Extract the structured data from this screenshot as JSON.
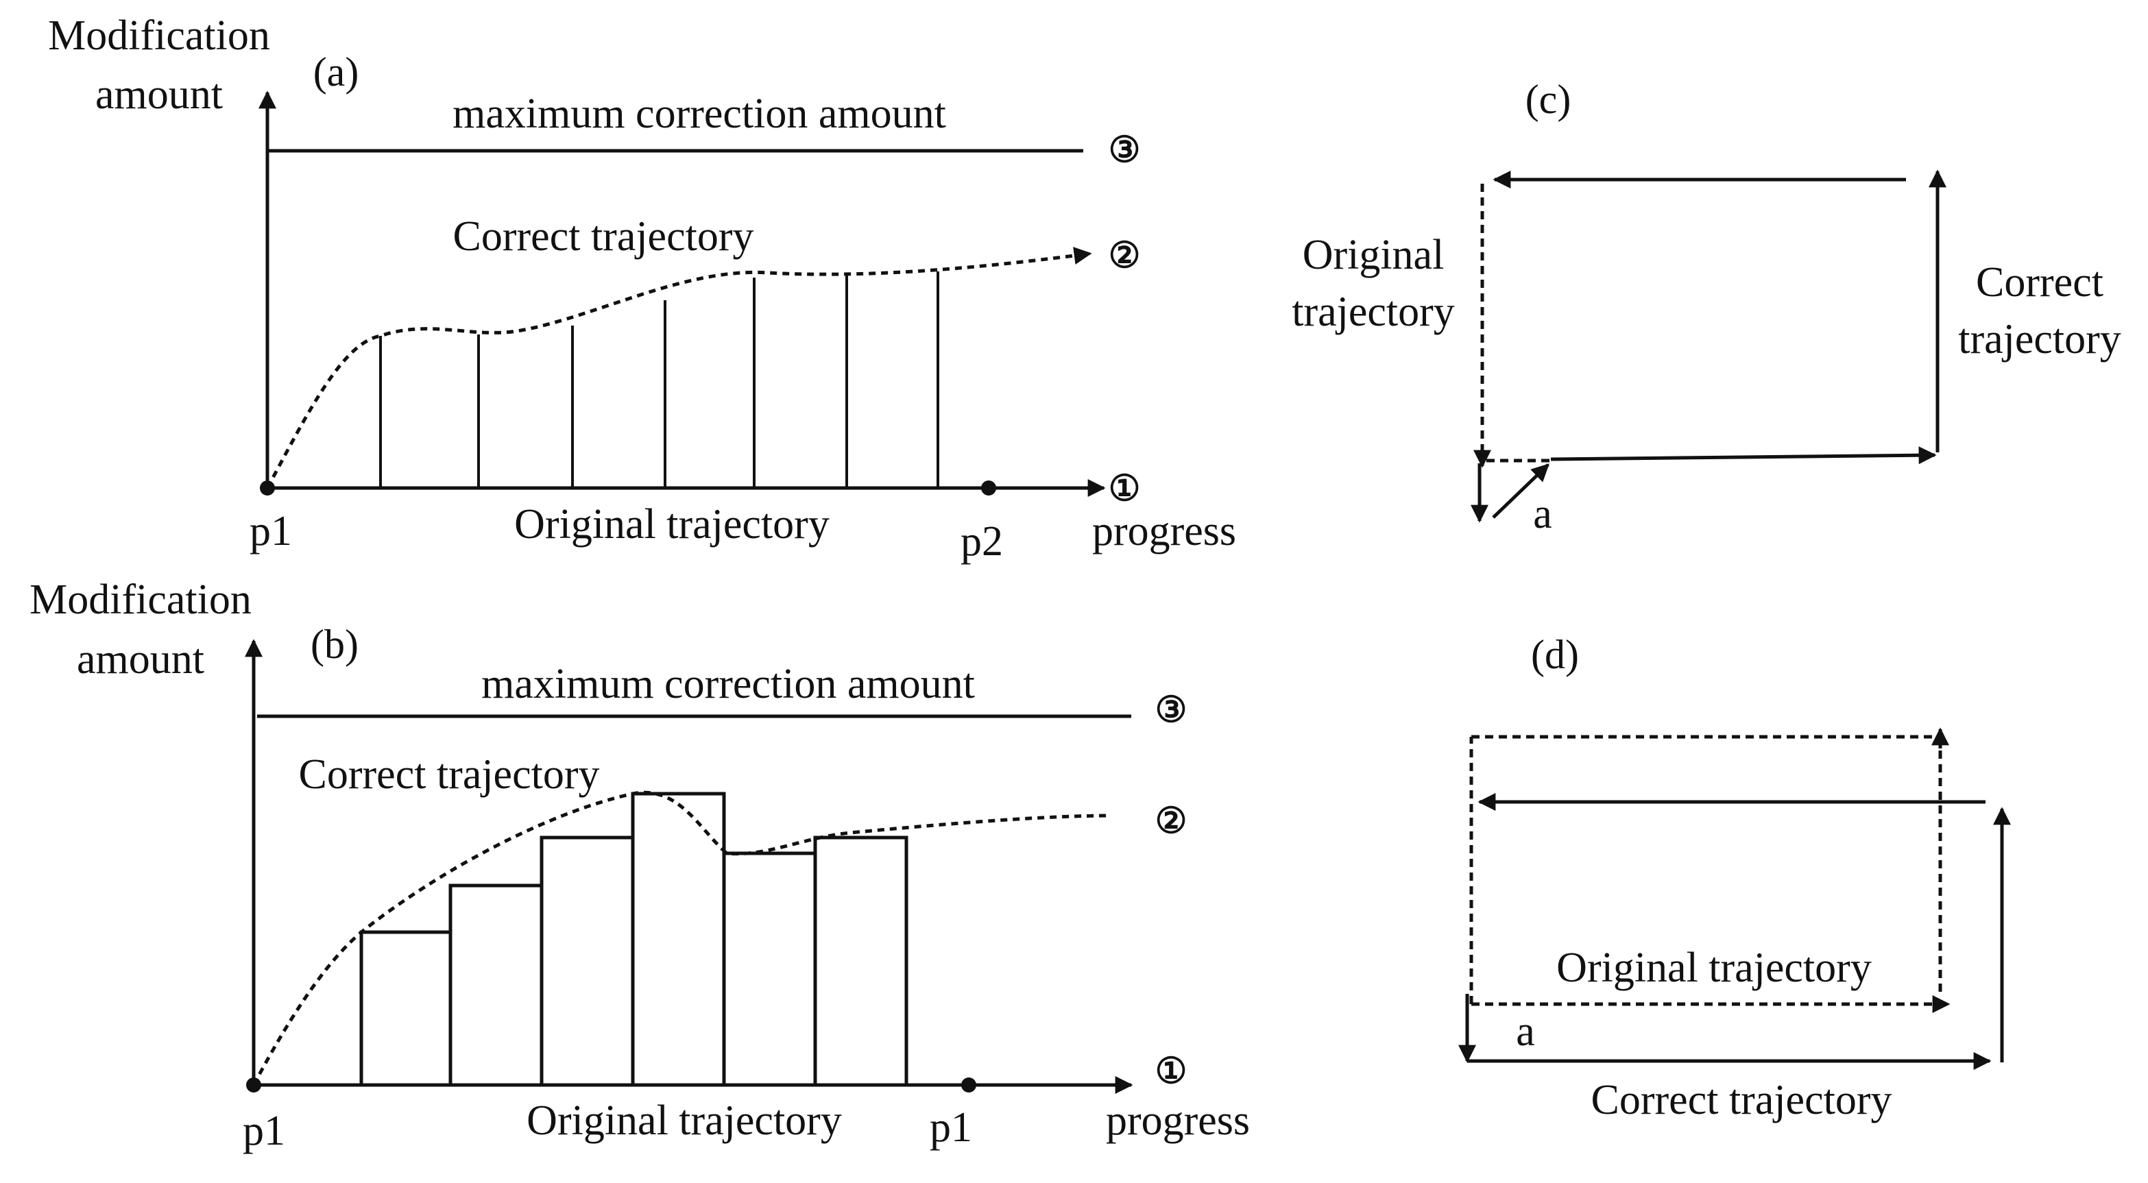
{
  "panel_a": {
    "tag": "(a)",
    "y_label_line1": "Modification",
    "y_label_line2": "amount",
    "max_label": "maximum correction amount",
    "correct_label": "Correct trajectory",
    "original_label": "Original  trajectory",
    "x_label": "progress",
    "start_label": "p1",
    "end_label": "p2",
    "marker_1": "①",
    "marker_2": "②",
    "marker_3": "③"
  },
  "panel_b": {
    "tag": "(b)",
    "y_label_line1": "Modification",
    "y_label_line2": "amount",
    "max_label": "maximum correction amount",
    "correct_label": "Correct trajectory",
    "original_label": "Original  trajectory",
    "x_label": "progress",
    "start_label": "p1",
    "end_label": "p1",
    "marker_1": "①",
    "marker_2": "②",
    "marker_3": "③"
  },
  "panel_c": {
    "tag": "(c)",
    "original_line1": "Original",
    "original_line2": "trajectory",
    "correct_line1": "Correct",
    "correct_line2": "trajectory",
    "offset_label": "a"
  },
  "panel_d": {
    "tag": "(d)",
    "original_label": "Original  trajectory",
    "correct_label": "Correct trajectory",
    "offset_label": "a"
  },
  "colors": {
    "ink": "#111111",
    "background": "#ffffff"
  }
}
